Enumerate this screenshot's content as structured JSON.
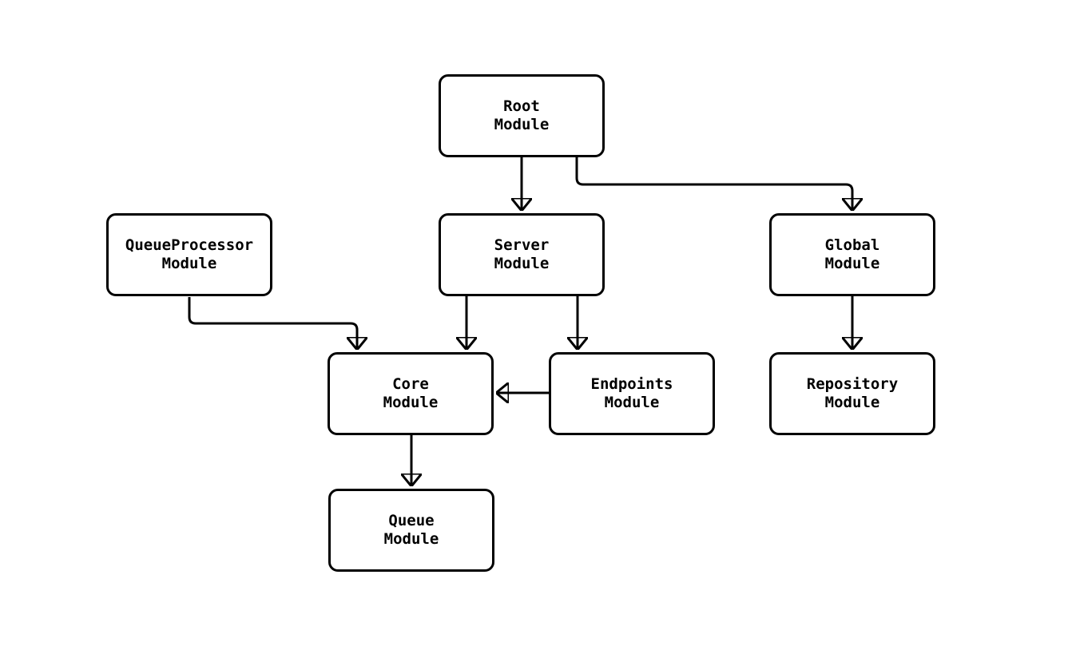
{
  "diagram": {
    "type": "module-dependency-flowchart",
    "background_color": "#ffffff",
    "node_fill_color": "#ffffff",
    "node_border_color": "#000000",
    "edge_color": "#000000",
    "text_color": "#000000",
    "nodes": [
      {
        "id": "root",
        "label": "Root\nModule"
      },
      {
        "id": "queueProcessor",
        "label": "QueueProcessor\nModule"
      },
      {
        "id": "server",
        "label": "Server\nModule"
      },
      {
        "id": "global",
        "label": "Global\nModule"
      },
      {
        "id": "core",
        "label": "Core\nModule"
      },
      {
        "id": "endpoints",
        "label": "Endpoints\nModule"
      },
      {
        "id": "repository",
        "label": "Repository\nModule"
      },
      {
        "id": "queue",
        "label": "Queue\nModule"
      }
    ],
    "edges": [
      {
        "from": "Root Module",
        "to": "Server Module"
      },
      {
        "from": "Root Module",
        "to": "Global Module"
      },
      {
        "from": "QueueProcessor Module",
        "to": "Core Module"
      },
      {
        "from": "Server Module",
        "to": "Core Module"
      },
      {
        "from": "Server Module",
        "to": "Endpoints Module"
      },
      {
        "from": "Endpoints Module",
        "to": "Core Module"
      },
      {
        "from": "Core Module",
        "to": "Queue Module"
      },
      {
        "from": "Global Module",
        "to": "Repository Module"
      }
    ]
  }
}
